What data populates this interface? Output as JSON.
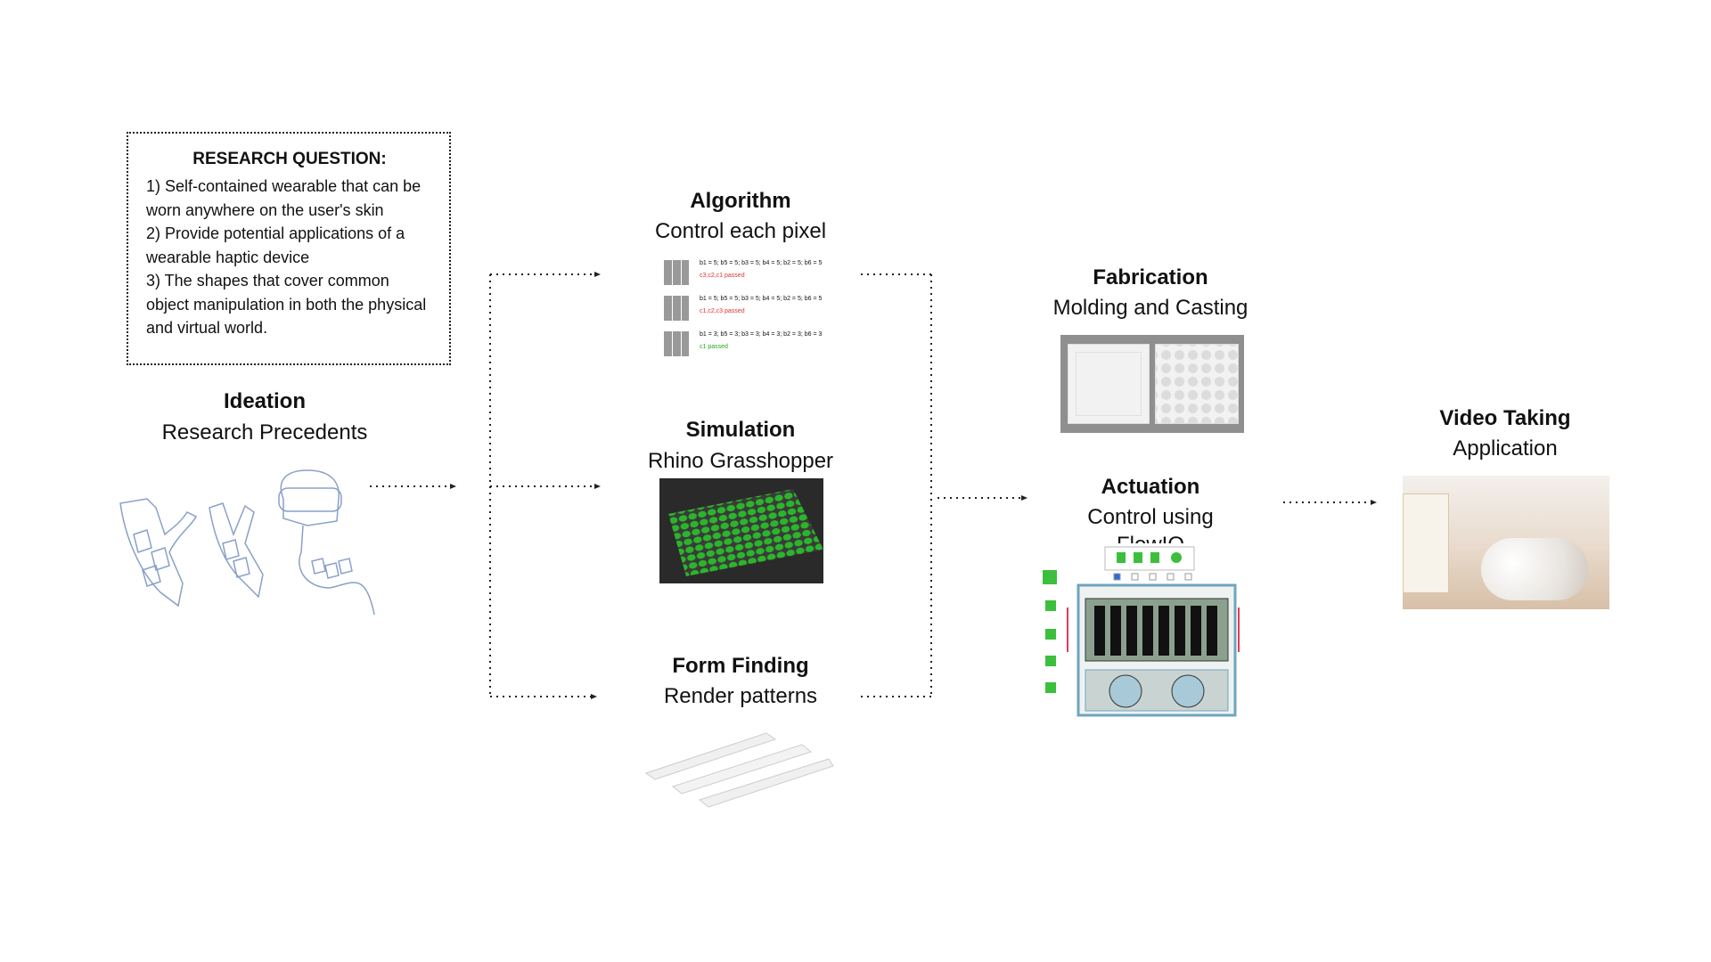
{
  "research": {
    "title": "RESEARCH QUESTION:",
    "items": [
      "1)  Self-contained wearable that can be worn anywhere on the user's skin",
      "2) Provide potential applications of a wearable haptic device",
      "3) The shapes that cover common object manipulation in both the physical and virtual world."
    ]
  },
  "ideation": {
    "title": "Ideation",
    "subtitle": "Research Precedents"
  },
  "algorithm": {
    "title": "Algorithm",
    "subtitle": "Control each pixel",
    "rows": [
      {
        "eq": "b1 = 5; b5 = 5; b3 = 5; b4 = 5; b2 = 5; b6 = 5",
        "status": "c3,c2,c1 passed",
        "color": "#d33"
      },
      {
        "eq": "b1 = 5; b5 = 5; b3 = 5; b4 = 5; b2 = 5; b6 = 5",
        "status": "c1,c2,c3 passed",
        "color": "#d33"
      },
      {
        "eq": "b1 = 3; b5 = 3; b3 = 3; b4 = 3; b2 = 3; b6 = 3",
        "status": "c1 passed",
        "color": "#2a2"
      }
    ]
  },
  "simulation": {
    "title": "Simulation",
    "subtitle": "Rhino Grasshopper"
  },
  "form_finding": {
    "title": "Form Finding",
    "subtitle": "Render patterns"
  },
  "fabrication": {
    "title": "Fabrication",
    "subtitle": "Molding and Casting"
  },
  "actuation": {
    "title": "Actuation",
    "subtitle": "Control using",
    "subtitle_clipped": "FlowIO"
  },
  "video": {
    "title": "Video Taking",
    "subtitle": "Application"
  },
  "colors": {
    "sim_green": "#2bb52b",
    "sim_bg": "#2a2a2a",
    "arrow": "#e03c5a",
    "flow_green": "#3cbf3c"
  }
}
